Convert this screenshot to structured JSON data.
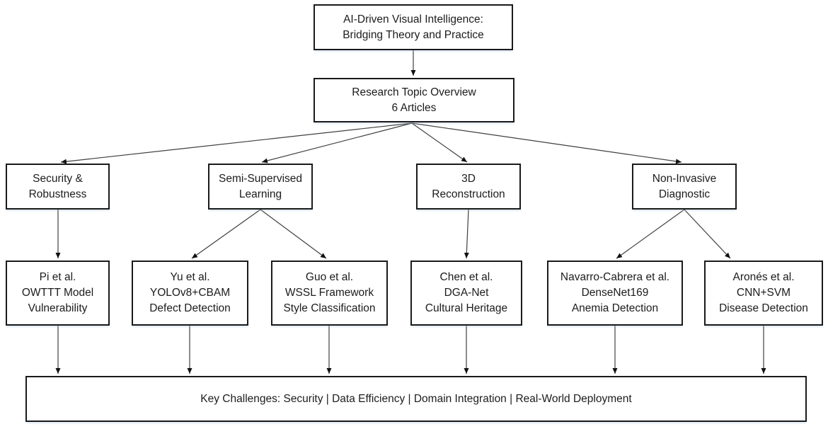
{
  "diagram": {
    "root": {
      "lines": [
        "AI-Driven Visual Intelligence:",
        "Bridging Theory and Practice"
      ]
    },
    "overview": {
      "lines": [
        "Research Topic Overview",
        "6 Articles"
      ]
    },
    "categories": [
      {
        "id": "security-robustness",
        "lines": [
          "Security &",
          "Robustness"
        ]
      },
      {
        "id": "semi-supervised-learning",
        "lines": [
          "Semi-Supervised",
          "Learning"
        ]
      },
      {
        "id": "3d-reconstruction",
        "lines": [
          "3D",
          "Reconstruction"
        ]
      },
      {
        "id": "non-invasive-diagnostic",
        "lines": [
          "Non-Invasive",
          "Diagnostic"
        ]
      }
    ],
    "articles": [
      {
        "id": "pi",
        "lines": [
          "Pi et al.",
          "OWTTT Model",
          "Vulnerability"
        ]
      },
      {
        "id": "yu",
        "lines": [
          "Yu et al.",
          "YOLOv8+CBAM",
          "Defect Detection"
        ]
      },
      {
        "id": "guo",
        "lines": [
          "Guo et al.",
          "WSSL Framework",
          "Style Classification"
        ]
      },
      {
        "id": "chen",
        "lines": [
          "Chen et al.",
          "DGA-Net",
          "Cultural Heritage"
        ]
      },
      {
        "id": "navarro-cabrera",
        "lines": [
          "Navarro-Cabrera et al.",
          "DenseNet169",
          "Anemia Detection"
        ]
      },
      {
        "id": "arones",
        "lines": [
          "Aronés et al.",
          "CNN+SVM",
          "Disease Detection"
        ]
      }
    ],
    "challenges": {
      "text": "Key Challenges: Security | Data Efficiency | Domain Integration | Real-World Deployment"
    },
    "colors": {
      "background": "#ffffff",
      "box_border": "#1a1a1a",
      "connector_line": "#3f3f3f",
      "arrowhead": "#111111",
      "text": "#1c1c1c"
    }
  }
}
